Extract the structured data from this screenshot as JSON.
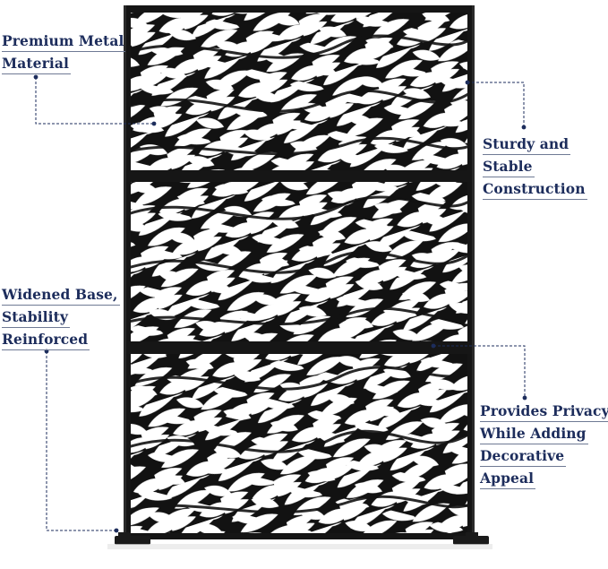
{
  "brand": {
    "text_color": "#1d2d5c",
    "leader_color": "#1d2d5c",
    "panel_color": "#111111"
  },
  "callouts": {
    "premium": {
      "lines": [
        "Premium Metal",
        "Material"
      ]
    },
    "sturdy": {
      "lines": [
        "Sturdy and",
        "Stable",
        "Construction"
      ]
    },
    "widened": {
      "lines": [
        "Widened Base,",
        "Stability",
        "Reinforced"
      ]
    },
    "privacy": {
      "lines": [
        "Provides Privacy",
        "While Adding",
        "Decorative",
        "Appeal"
      ]
    }
  }
}
